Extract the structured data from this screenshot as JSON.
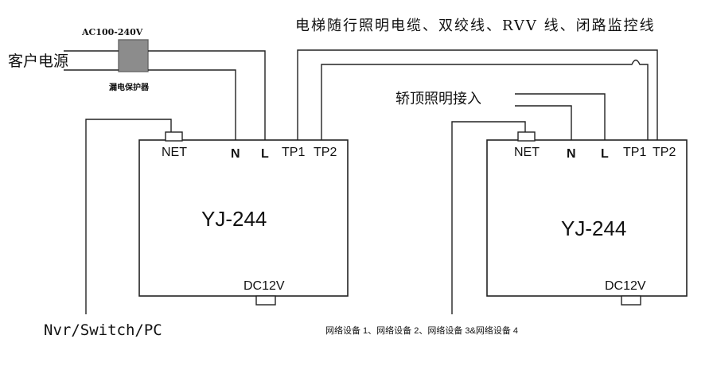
{
  "top_cable_label": "电梯随行照明电缆、双绞线、RVV 线、闭路监控线",
  "left_unit": {
    "model": "YJ-244",
    "port_net": "NET",
    "port_n": "N",
    "port_l": "L",
    "port_tp1": "TP1",
    "port_tp2": "TP2",
    "power_port": "DC12V"
  },
  "right_unit": {
    "model": "YJ-244",
    "port_net": "NET",
    "port_n": "N",
    "port_l": "L",
    "port_tp1": "TP1",
    "port_tp2": "TP2",
    "power_port": "DC12V"
  },
  "ac_voltage": "AC100-240V",
  "customer_power": "客户电源",
  "leakage_protector": "漏电保护器",
  "car_top_lighting": "轿顶照明接入",
  "left_net_device": "Nvr/Switch/PC",
  "right_net_devices": "网络设备 1、网络设备 2、网络设备 3&网络设备 4",
  "colors": {
    "line": "#222222",
    "box_border": "#222222",
    "protector_fill": "#8c8c8c",
    "background": "#ffffff"
  }
}
